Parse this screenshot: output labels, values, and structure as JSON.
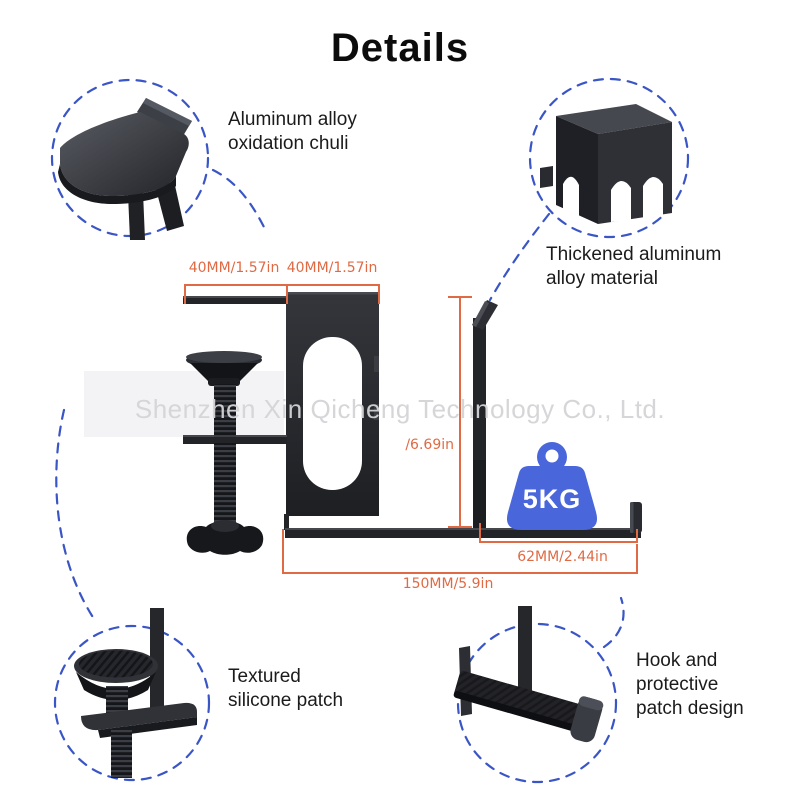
{
  "page": {
    "title": "Details"
  },
  "watermark": "Shenzhen Xin Qicheng Technology Co., Ltd.",
  "callouts": {
    "top_left": "Aluminum alloy\noxidation chuli",
    "top_right": "Thickened aluminum\nalloy material",
    "bottom_left": "Textured\nsilicone patch",
    "bottom_right": "Hook and\nprotective\npatch design"
  },
  "dimensions": {
    "top_left_width": "40MM/1.57in",
    "top_right_width": "40MM/1.57in",
    "height": "/6.69in",
    "hook_depth": "62MM/2.44in",
    "total_length": "150MM/5.9in"
  },
  "weight_badge": {
    "label": "5KG"
  },
  "colors": {
    "dimension": "#e06a44",
    "callout_dash": "#3a55c5",
    "weight_badge": "#4a66db",
    "product_dark": "#232428"
  }
}
